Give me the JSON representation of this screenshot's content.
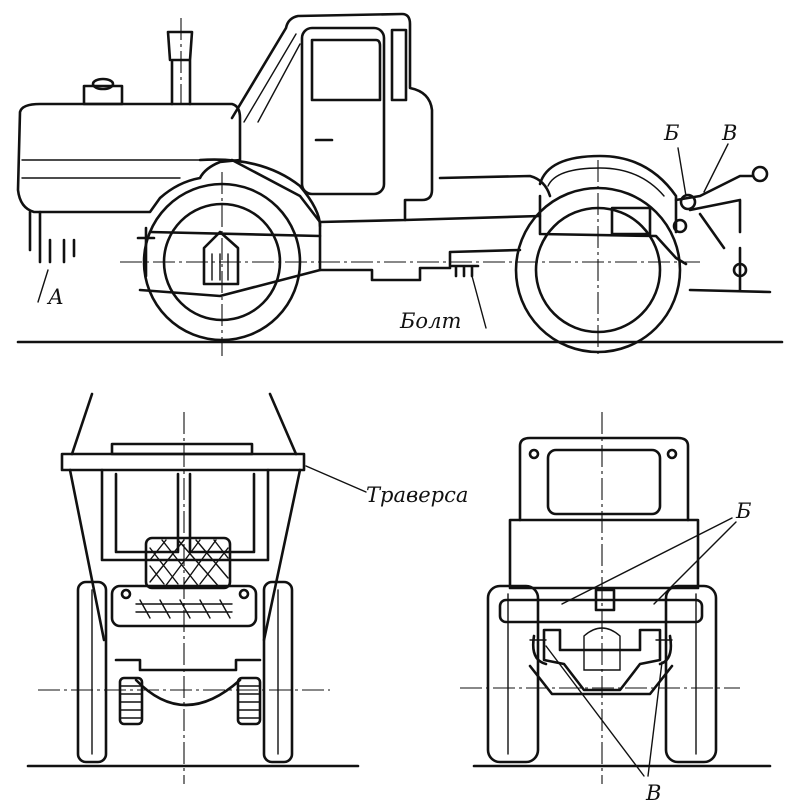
{
  "labels": {
    "a": "А",
    "b_side": "Б",
    "v_side": "В",
    "bolt": "Болт",
    "traverse": "Траверса",
    "b_rear": "Б",
    "v_rear": "В"
  }
}
